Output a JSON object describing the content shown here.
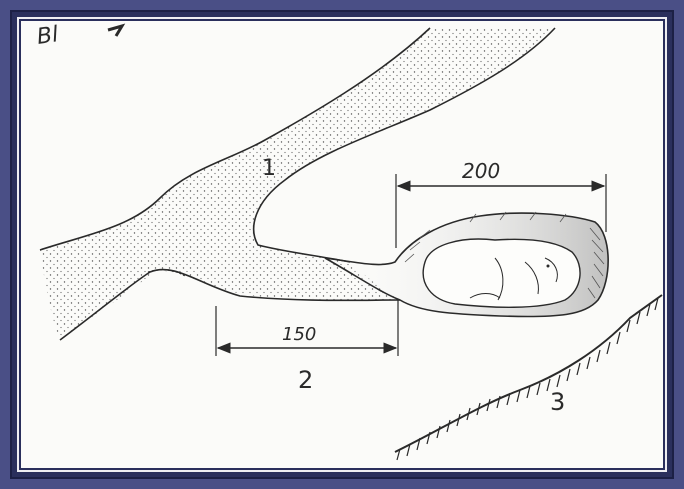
{
  "labels": {
    "corner_scribble": "Bl",
    "region_1": "1",
    "dimension_top": "200",
    "dimension_bottom": "150",
    "region_2": "2",
    "region_3": "3"
  },
  "colors": {
    "outer_frame": "#4a4f86",
    "inner_frame": "#2a2f5c",
    "paper": "#fbfbf9",
    "ink": "#2a2a2a"
  },
  "icons": {
    "den_sleeper": "curled-animal-icon"
  }
}
